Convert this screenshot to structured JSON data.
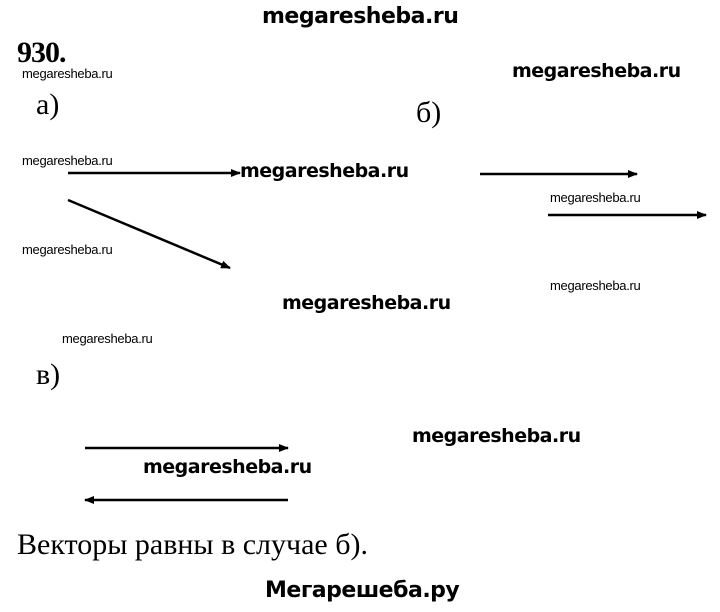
{
  "header_watermark": "megaresheba.ru",
  "problem_number": "930.",
  "parts": {
    "a": "а)",
    "b": "б)",
    "c": "в)"
  },
  "watermarks": [
    "megaresheba.ru",
    "megaresheba.ru",
    "megaresheba.ru",
    "megaresheba.ru",
    "megaresheba.ru",
    "megaresheba.ru",
    "megaresheba.ru",
    "megaresheba.ru",
    "megaresheba.ru",
    "megaresheba.ru",
    "megaresheba.ru"
  ],
  "answer": "Векторы равны в случае б).",
  "footer_watermark": "Мегарешеба.ру"
}
